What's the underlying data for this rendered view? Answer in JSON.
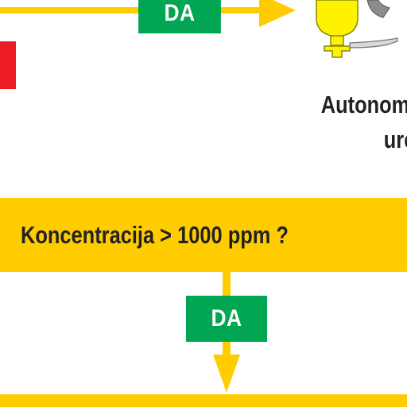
{
  "colors": {
    "flow_yellow": "#ffcc00",
    "badge_green": "#00a651",
    "alert_red": "#ed1c24",
    "text_dark": "#222222",
    "device_yellow": "#fff200",
    "device_gray": "#8c8c8c"
  },
  "top_branch": {
    "badge_label": "DA"
  },
  "device": {
    "icon": "breathing-apparatus-icon",
    "label_line1": "Autonomni i",
    "label_line2": "uređa"
  },
  "decision": {
    "text": "Koncentracija > 1000 ppm ?"
  },
  "mid_branch": {
    "badge_label": "DA"
  }
}
